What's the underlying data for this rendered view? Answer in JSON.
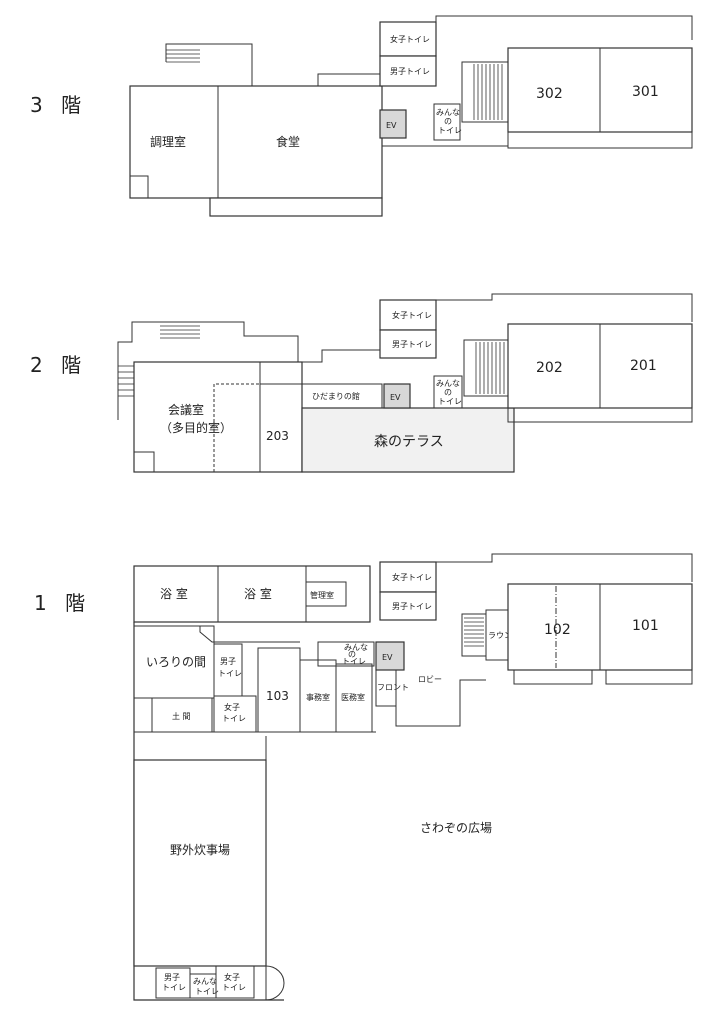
{
  "floors": {
    "f3": {
      "label": "3 階",
      "rooms": {
        "cooking": "調理室",
        "dining": "食堂",
        "women_wc": "女子トイレ",
        "men_wc": "男子トイレ",
        "ev": "EV",
        "all_wc": [
          "みんな",
          "の",
          "トイレ"
        ],
        "r302": "302",
        "r301": "301"
      }
    },
    "f2": {
      "label": "2 階",
      "rooms": {
        "meeting": "会議室",
        "meeting_sub": "（多目的室）",
        "r203": "203",
        "hidamari": "ひだまりの館",
        "ev": "EV",
        "terrace": "森のテラス",
        "women_wc": "女子トイレ",
        "men_wc": "男子トイレ",
        "all_wc": [
          "みんな",
          "の",
          "トイレ"
        ],
        "r202": "202",
        "r201": "201"
      }
    },
    "f1": {
      "label": "1 階",
      "rooms": {
        "bath1": "浴 室",
        "bath2": "浴 室",
        "mgmt": "管理室",
        "women_wc": "女子トイレ",
        "men_wc": "男子トイレ",
        "irori": "いろりの間",
        "doma": "土 間",
        "men_wc_small": [
          "男子",
          "トイレ"
        ],
        "women_wc_small": [
          "女子",
          "トイレ"
        ],
        "r103": "103",
        "all_wc": [
          "みんな",
          "の",
          "トイレ"
        ],
        "ev": "EV",
        "office": "事務室",
        "medical": "医務室",
        "front": "フロント",
        "lobby": "ロビー",
        "lounge": "ラウンジ",
        "r102": "102",
        "r101": "101",
        "plaza": "さわぞの広場",
        "cookout": "野外炊事場",
        "out_men_wc": [
          "男子",
          "トイレ"
        ],
        "out_all_wc": [
          "みんな",
          "トイレ"
        ],
        "out_women_wc": [
          "女子",
          "トイレ"
        ]
      }
    }
  }
}
